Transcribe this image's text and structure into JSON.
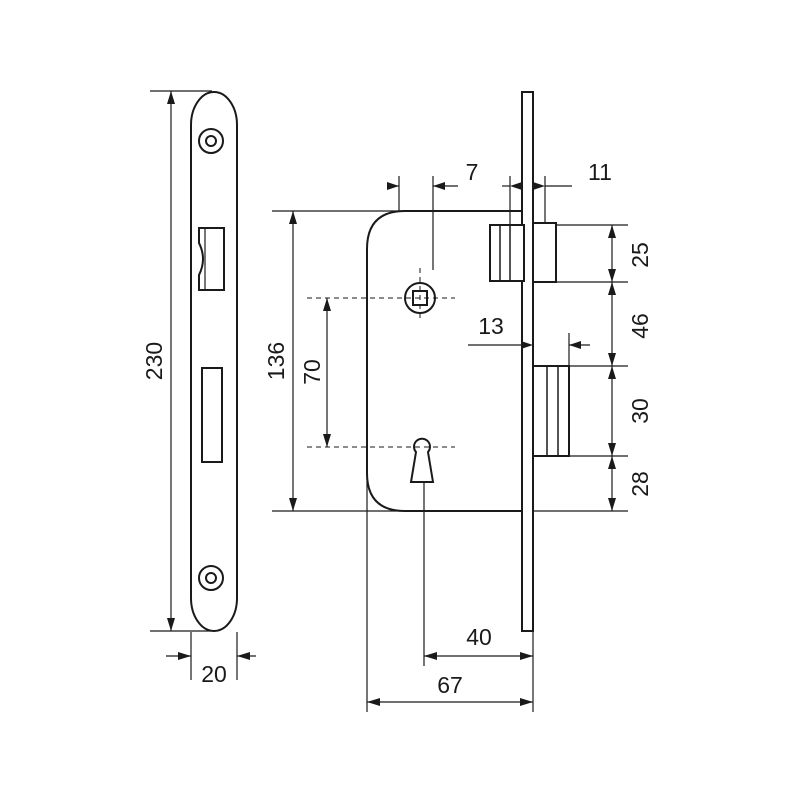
{
  "drawing": {
    "subject": "mortise-lock-body",
    "dimensions": {
      "faceplate_height": "230",
      "faceplate_width": "20",
      "case_height": "136",
      "handle_to_key_distance": "70",
      "spindle_square": "7",
      "faceplate_thickness": "11",
      "latch_height": "25",
      "latch_to_bolt": "46",
      "bolt_projection": "13",
      "bolt_height": "30",
      "bolt_to_bottom": "28",
      "backset": "40",
      "case_depth": "67"
    }
  }
}
